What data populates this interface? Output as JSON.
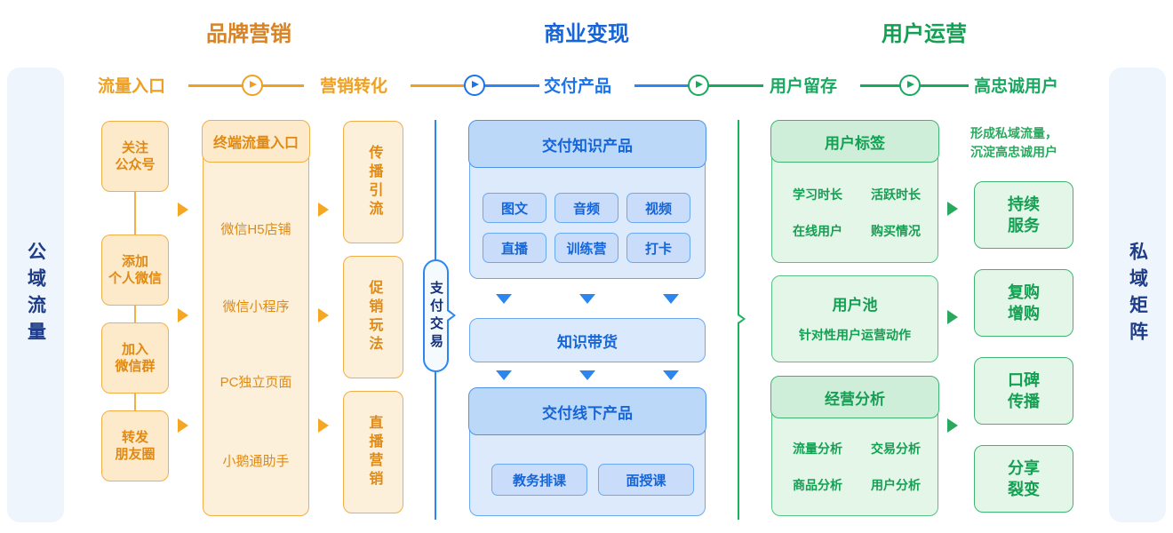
{
  "rails": {
    "left": {
      "label": "公域流量"
    },
    "right": {
      "label": "私域矩阵"
    }
  },
  "section_titles": {
    "brand_marketing": "品牌营销",
    "commercial": "商业变现",
    "user_ops": "用户运营"
  },
  "stages": [
    {
      "label": "流量入口",
      "color": "#f0a020"
    },
    {
      "label": "营销转化",
      "color": "#f0a020"
    },
    {
      "label": "交付产品",
      "color": "#1a73e8"
    },
    {
      "label": "用户留存",
      "color": "#19a860"
    },
    {
      "label": "高忠诚用户",
      "color": "#19a860"
    }
  ],
  "orange": {
    "entry_steps": [
      {
        "line1": "关注",
        "line2": "公众号"
      },
      {
        "line1": "添加",
        "line2": "个人微信"
      },
      {
        "line1": "加入",
        "line2": "微信群"
      },
      {
        "line1": "转发",
        "line2": "朋友圈"
      }
    ],
    "terminal_panel": {
      "header": "终端流量入口",
      "items": [
        "微信H5店铺",
        "微信小程序",
        "PC独立页面",
        "小鹅通助手"
      ]
    },
    "conversion_boxes": [
      "传播引流",
      "促销玩法",
      "直播营销"
    ]
  },
  "payment": {
    "label": "支付交易"
  },
  "blue": {
    "knowledge_product": {
      "header": "交付知识产品",
      "tags": [
        "图文",
        "音频",
        "视频",
        "直播",
        "训练营",
        "打卡"
      ]
    },
    "knowledge_selling": {
      "header": "知识带货"
    },
    "offline_product": {
      "header": "交付线下产品",
      "tags": [
        "教务排课",
        "面授课"
      ]
    }
  },
  "green": {
    "panels": [
      {
        "header": "用户标签",
        "sub": "",
        "items": [
          "学习时长",
          "活跃时长",
          "在线用户",
          "购买情况"
        ]
      },
      {
        "header": "用户池",
        "sub": "针对性用户运营动作",
        "items": []
      },
      {
        "header": "经营分析",
        "sub": "",
        "items": [
          "流量分析",
          "交易分析",
          "商品分析",
          "用户分析"
        ]
      }
    ],
    "note_line1": "形成私域流量，",
    "note_line2": "沉淀高忠诚用户",
    "outcomes": [
      {
        "line1": "持续",
        "line2": "服务"
      },
      {
        "line1": "复购",
        "line2": "增购"
      },
      {
        "line1": "口碑",
        "line2": "传播"
      },
      {
        "line1": "分享",
        "line2": "裂变"
      }
    ]
  },
  "colors": {
    "orange": "#f0a020",
    "blue": "#1a73e8",
    "green": "#19a860",
    "rail_bg": "#eef5fd",
    "rail_text": "#1f3c88"
  }
}
